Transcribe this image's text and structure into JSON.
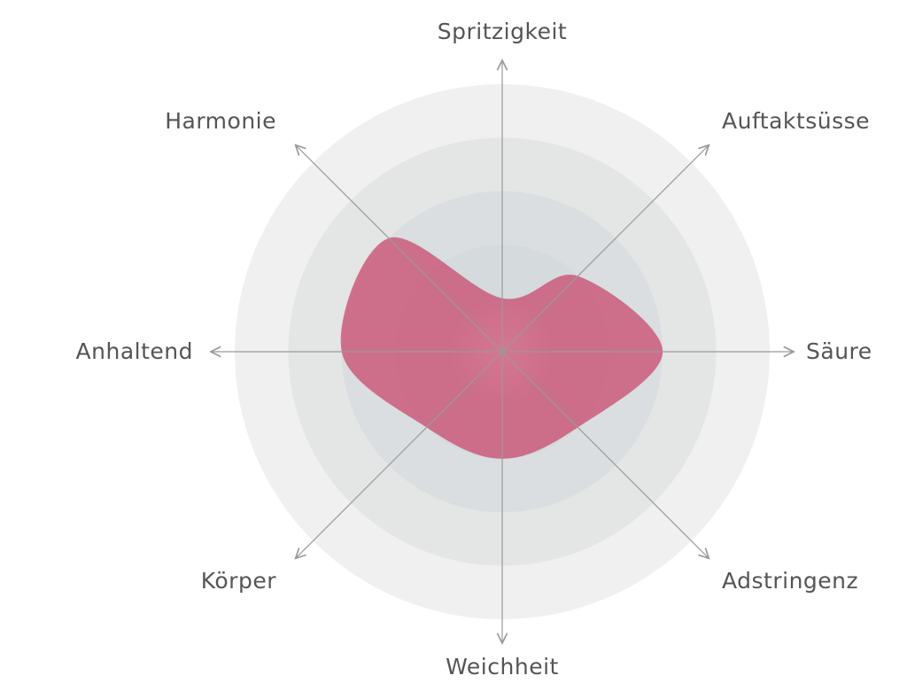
{
  "chart_data": {
    "type": "radar",
    "axes": [
      "Spritzigkeit",
      "Auftaktsüsse",
      "Säure",
      "Adstringenz",
      "Weichheit",
      "Körper",
      "Anhaltend",
      "Harmonie"
    ],
    "values": [
      1,
      2,
      3,
      2,
      2,
      2,
      3,
      3
    ],
    "range": [
      0,
      5
    ],
    "rings": 5,
    "grid": true,
    "fill_color": "#c94f72",
    "ring_colors": [
      "#f0f0f0",
      "#e4e5e5",
      "#dadee0",
      "#d5dadc"
    ]
  }
}
